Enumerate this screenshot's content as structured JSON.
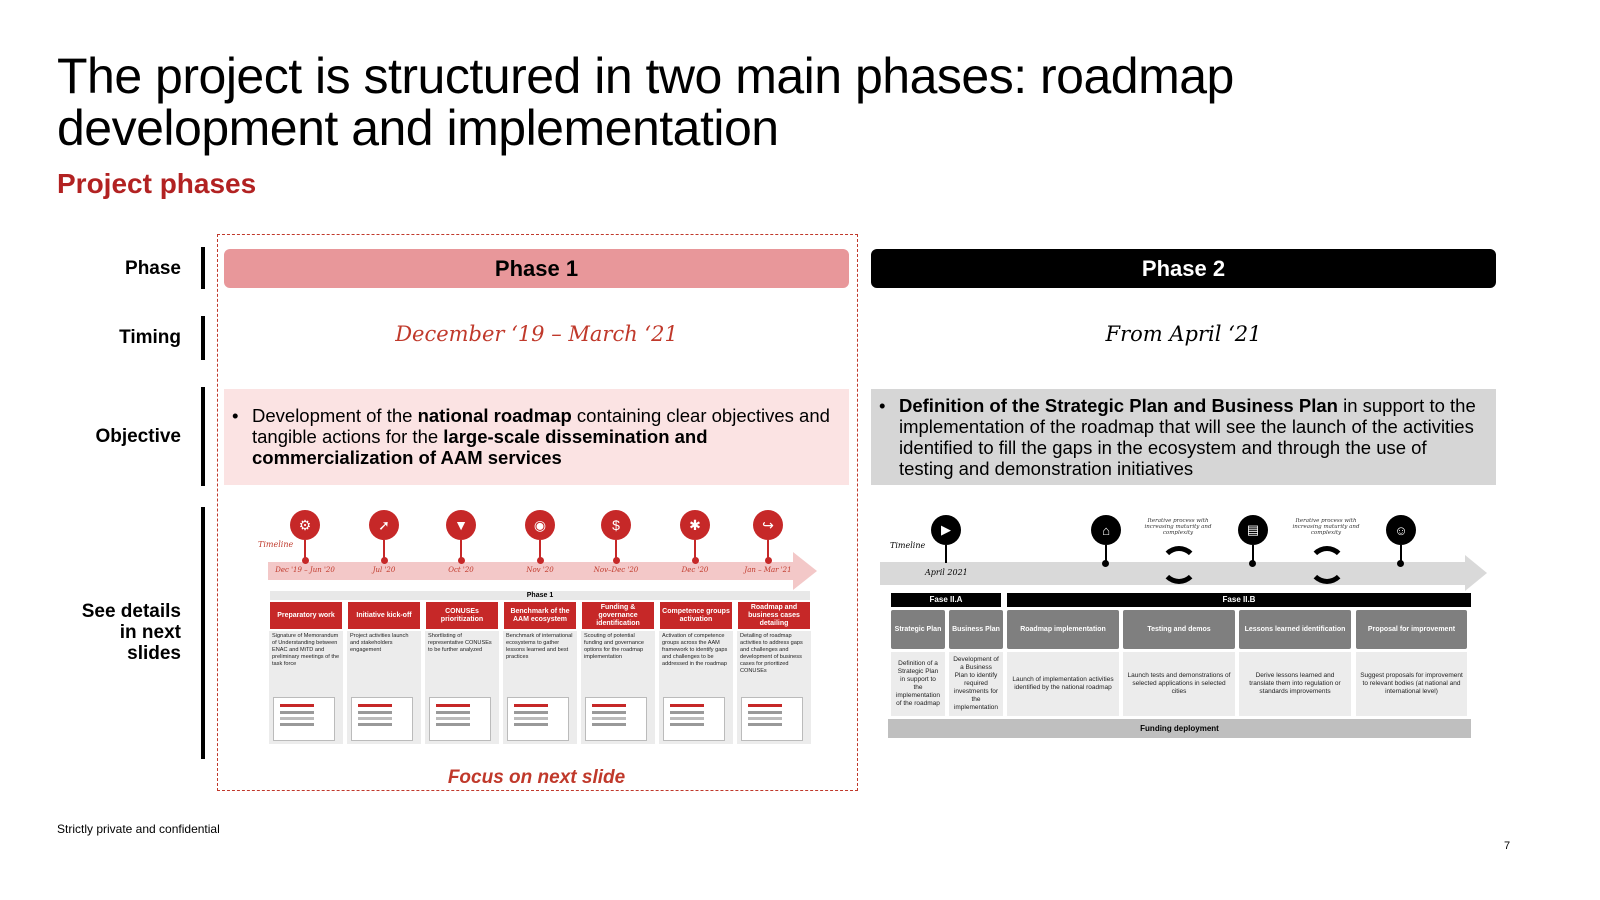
{
  "title": "The project is structured in two main phases: roadmap development and implementation",
  "subtitle": "Project phases",
  "row_labels": {
    "phase": "Phase",
    "timing": "Timing",
    "objective": "Objective",
    "details": "See details in next slides"
  },
  "phase1": {
    "label": "Phase 1",
    "timing": "December ‘19 – March ‘21",
    "objective": {
      "t1": "Development of the ",
      "b1": "national roadmap",
      "t2": " containing clear objectives and tangible actions for the ",
      "b2": "large-scale dissemination and commercialization of AAM services"
    },
    "focus": "Focus on next slide"
  },
  "phase2": {
    "label": "Phase 2",
    "timing": "From April ‘21",
    "objective": {
      "b1": "Definition of the Strategic Plan and Business Plan",
      "t1": " in support to the implementation of the roadmap that will see the launch of the activities identified to fill the gaps in the ecosystem and through the use of testing and demonstration initiatives"
    }
  },
  "mini_phase1": {
    "timeline_label": "Timeline",
    "bar_label": "Phase 1",
    "dates": [
      "Dec '19 – Jun '20",
      "Jul '20",
      "Oct '20",
      "Nov '20",
      "Nov–Dec '20",
      "Dec '20",
      "Jan – Mar '21"
    ],
    "cards": [
      {
        "head": "Preparatory work",
        "body": "Signature of Memorandum of Understanding between ENAC and MiTD and preliminary meetings of the task force"
      },
      {
        "head": "Initiative kick-off",
        "body": "Project activities launch and stakeholders engagement"
      },
      {
        "head": "CONUSEs prioritization",
        "body": "Shortlisting of representative CONUSEs to be further analyzed"
      },
      {
        "head": "Benchmark of the AAM ecosystem",
        "body": "Benchmark of international ecosystems to gather lessons learned and best practices"
      },
      {
        "head": "Funding & governance identification",
        "body": "Scouting of potential funding and governance options for the roadmap implementation"
      },
      {
        "head": "Competence groups activation",
        "body": "Activation of competence groups across the AAM framework to identify gaps and challenges to be addressed in the roadmap"
      },
      {
        "head": "Roadmap and business cases detailing",
        "body": "Detailing of roadmap activities to address gaps and challenges and development of business cases for prioritized CONUSEs"
      }
    ]
  },
  "mini_phase2": {
    "timeline_label": "Timeline",
    "date": "April 2021",
    "cycle_note": "Iterative process with increasing maturity and complexity",
    "fase_a": "Fase II.A",
    "fase_b": "Fase II.B",
    "cards": [
      {
        "head": "Strategic Plan",
        "body": "Definition of a Strategic Plan in support to the implementation of the roadmap"
      },
      {
        "head": "Business Plan",
        "body": "Development of a Business Plan to identify required investments for the implementation"
      },
      {
        "head": "Roadmap implementation",
        "body": "Launch of implementation activities identified by the national roadmap"
      },
      {
        "head": "Testing and demos",
        "body": "Launch tests and demonstrations of selected applications in selected cities"
      },
      {
        "head": "Lessons learned identification",
        "body": "Derive lessons learned and translate them into regulation or standards improvements"
      },
      {
        "head": "Proposal for improvement",
        "body": "Suggest proposals for improvement to relevant bodies (at national and international level)"
      }
    ],
    "funding": "Funding deployment"
  },
  "footer": "Strictly private and confidential",
  "page_number": "7",
  "colors": {
    "accent": "#c62828",
    "phase1": "#e8979a",
    "phase2": "#000000",
    "obj1_bg": "#fbe3e3",
    "obj2_bg": "#d6d6d6"
  }
}
